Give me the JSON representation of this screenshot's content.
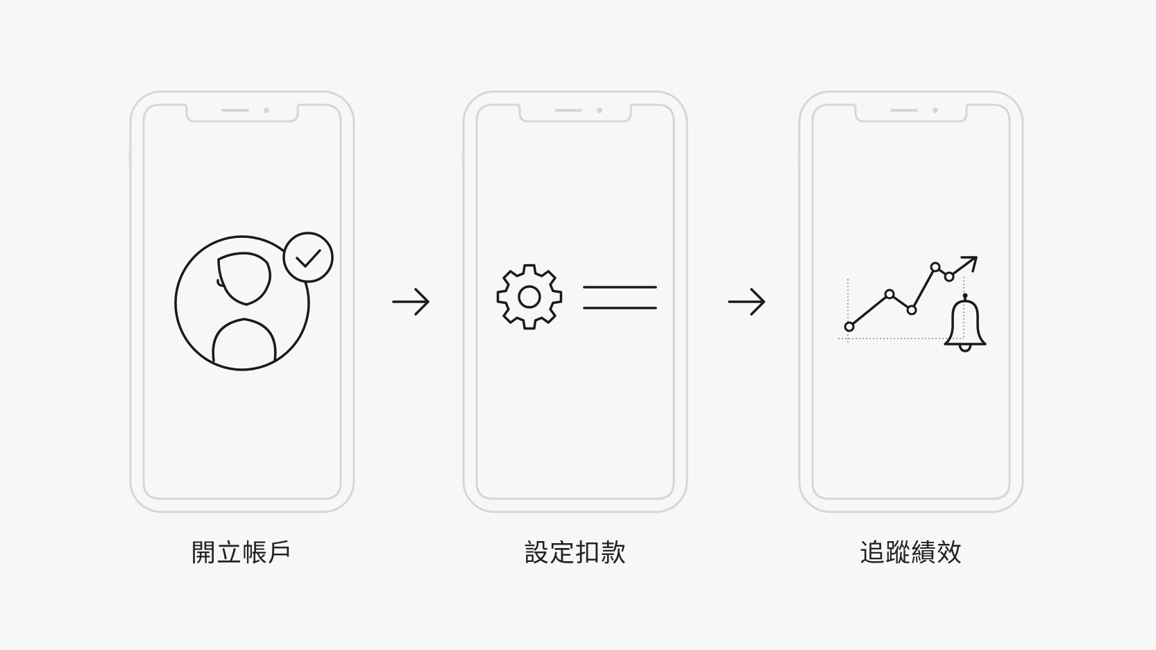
{
  "steps": [
    {
      "label": "開立帳戶",
      "icon": "user-verified-icon"
    },
    {
      "label": "設定扣款",
      "icon": "gear-settings-icon"
    },
    {
      "label": "追蹤績效",
      "icon": "performance-chart-bell-icon"
    }
  ],
  "connectors": [
    "arrow-right-icon",
    "arrow-right-icon"
  ],
  "colors": {
    "background": "#f7f7f7",
    "phone_frame": "#d6d6d6",
    "icon_stroke": "#1a1a1a",
    "label_text": "#222222"
  }
}
